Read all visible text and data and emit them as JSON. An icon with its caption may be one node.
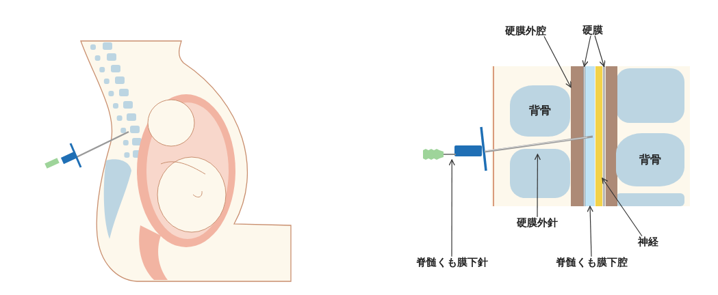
{
  "diagram": {
    "nodes": [
      {
        "text": [
          "硬膜外腔"
        ]
      },
      {
        "text": [
          "硬膜"
        ]
      },
      {
        "text": [
          "背骨"
        ]
      },
      {
        "text": [
          "背骨"
        ]
      },
      {
        "text": [
          "硬膜外針"
        ]
      },
      {
        "text": [
          "神経"
        ]
      },
      {
        "text": [
          "脊髄くも膜下針"
        ]
      },
      {
        "text": [
          "脊髄くも膜下腔"
        ]
      },
      {
        "text": [],
        "shape": "bar"
      },
      {
        "text": [],
        "shape": "bar"
      },
      {
        "text": [],
        "shape": "bar"
      },
      {
        "text": [],
        "shape": "bar"
      },
      {
        "text": [],
        "shape": "bar"
      },
      {
        "text": [],
        "shape": "picture"
      },
      {
        "text": [],
        "shape": "picture"
      }
    ],
    "edges": [
      {
        "from": 0,
        "to": 8,
        "arrow": "to"
      },
      {
        "from": 1,
        "to": 9,
        "arrow": "to"
      },
      {
        "from": 1,
        "to": 12,
        "arrow": "to"
      },
      {
        "from": 4,
        "to": 14,
        "arrow": "to"
      },
      {
        "from": 5,
        "to": 11,
        "arrow": "to"
      },
      {
        "from": 6,
        "to": 13,
        "arrow": "to"
      },
      {
        "from": 7,
        "to": 10,
        "arrow": "to"
      }
    ]
  }
}
